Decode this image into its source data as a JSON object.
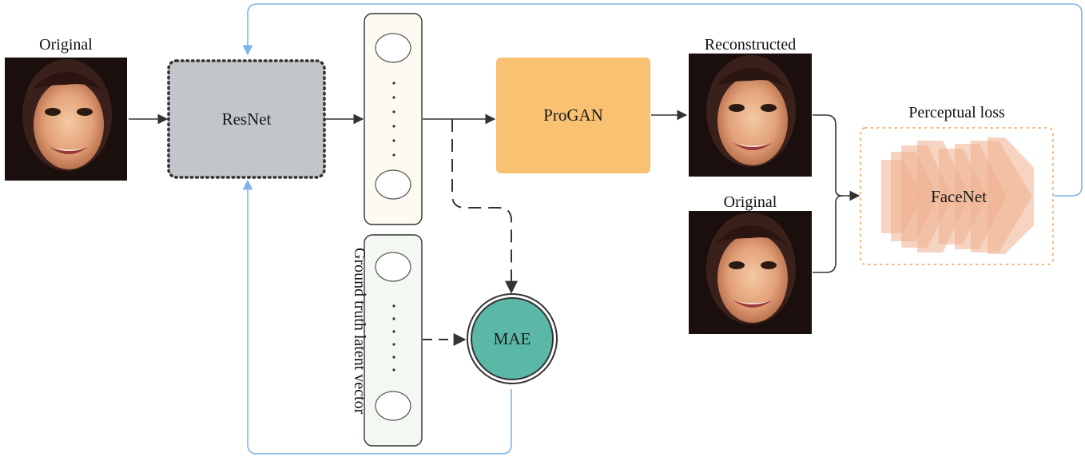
{
  "labels": {
    "original_top": "Original",
    "reconstructed": "Reconstructed",
    "original_right": "Original",
    "perceptual_loss": "Perceptual loss",
    "ground_truth": "Ground truth latent vector"
  },
  "nodes": {
    "resnet": "ResNet",
    "progan": "ProGAN",
    "mae": "MAE",
    "facenet": "FaceNet"
  },
  "colors": {
    "resnet_fill": "#c2c5ca",
    "progan_fill": "#f9c172",
    "mae_fill": "#5bb8a6",
    "feedback_line": "#7fb2ea",
    "arrow": "#333333",
    "facenet_layers": "#eeb08e"
  },
  "images": {
    "original_top": "face-photo",
    "reconstructed": "face-photo",
    "original_right": "face-photo"
  }
}
